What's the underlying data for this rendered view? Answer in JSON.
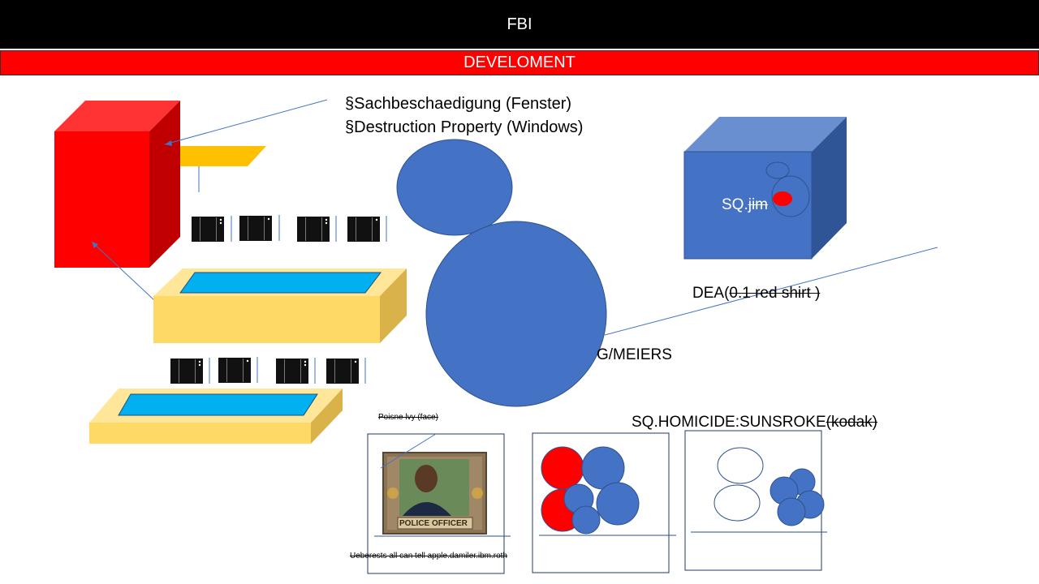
{
  "header": {
    "title": "FBI"
  },
  "banner": {
    "title": "DEVELOMENT"
  },
  "labels": {
    "law_de": "§Sachbeschaedigung (Fenster)",
    "law_en": "§Destruction Property (Windows)",
    "sq_prefix": "SQ.",
    "sq_name": "jim",
    "dea_prefix": "DEA(",
    "dea_struck": "0.1 red shirt )",
    "meiers": "G/MEIERS",
    "homicide": "SQ.HOMICIDE:SUNSROKE",
    "homicide_struck": "(kodak)",
    "poison": "Poisne lvy (face)",
    "ueber": "Ueberests all can tell apple.damiler.ibm.roth",
    "police_badge": "POLICE OFFICER"
  },
  "colors": {
    "red": "#ff0000",
    "blue": "#4472c4",
    "sand": "#ffd966",
    "cyan": "#00b0f0",
    "amber": "#ffc000"
  }
}
